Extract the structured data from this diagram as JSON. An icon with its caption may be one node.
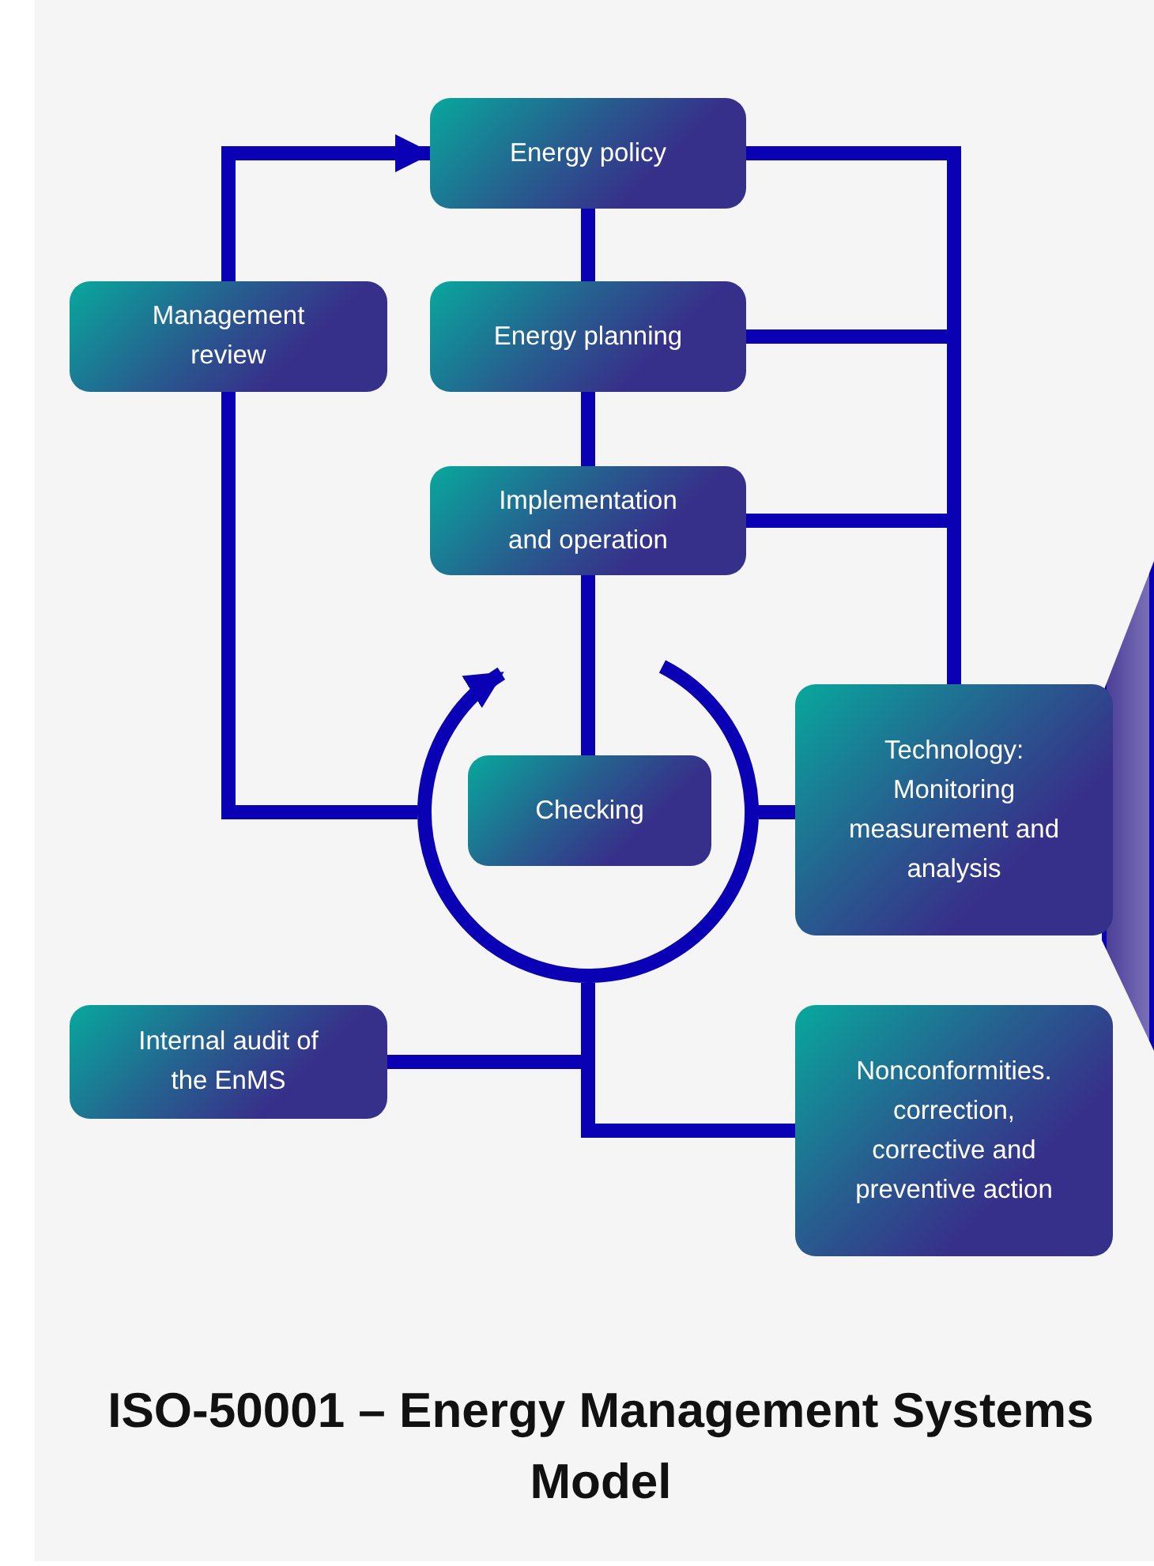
{
  "diagram": {
    "title": "ISO-50001 – Energy Management Systems Model",
    "nodes": [
      {
        "text": [
          "Energy policy"
        ]
      },
      {
        "text": [
          "Management review"
        ]
      },
      {
        "text": [
          "Energy planning"
        ]
      },
      {
        "text": [
          "Implementation and operation"
        ]
      },
      {
        "text": [],
        "shape": "circle"
      },
      {
        "text": [
          "Checking"
        ],
        "in": 4
      },
      {
        "text": [
          "Technology: Monitoring measurement and analysis"
        ]
      },
      {
        "text": [
          "Internal audit of the EnMS"
        ]
      },
      {
        "text": [
          "Nonconformities. correction, corrective and preventive action"
        ]
      },
      {
        "text": [],
        "shape": "wedge"
      }
    ],
    "edges": [
      {
        "from": 1,
        "to": 0,
        "arrow": "to"
      },
      {
        "from": 0,
        "to": 2,
        "arrow": "none"
      },
      {
        "from": 2,
        "to": 3,
        "arrow": "none"
      },
      {
        "from": 3,
        "to": 5,
        "arrow": "none"
      },
      {
        "from": 0,
        "to": 6,
        "arrow": "none"
      },
      {
        "from": 2,
        "to": 6,
        "arrow": "none"
      },
      {
        "from": 3,
        "to": 6,
        "arrow": "none"
      },
      {
        "from": 1,
        "to": 4,
        "arrow": "none"
      },
      {
        "from": 6,
        "to": 4,
        "arrow": "none"
      },
      {
        "from": 4,
        "to": 7,
        "arrow": "none"
      },
      {
        "from": 4,
        "to": 8,
        "arrow": "none"
      }
    ]
  }
}
